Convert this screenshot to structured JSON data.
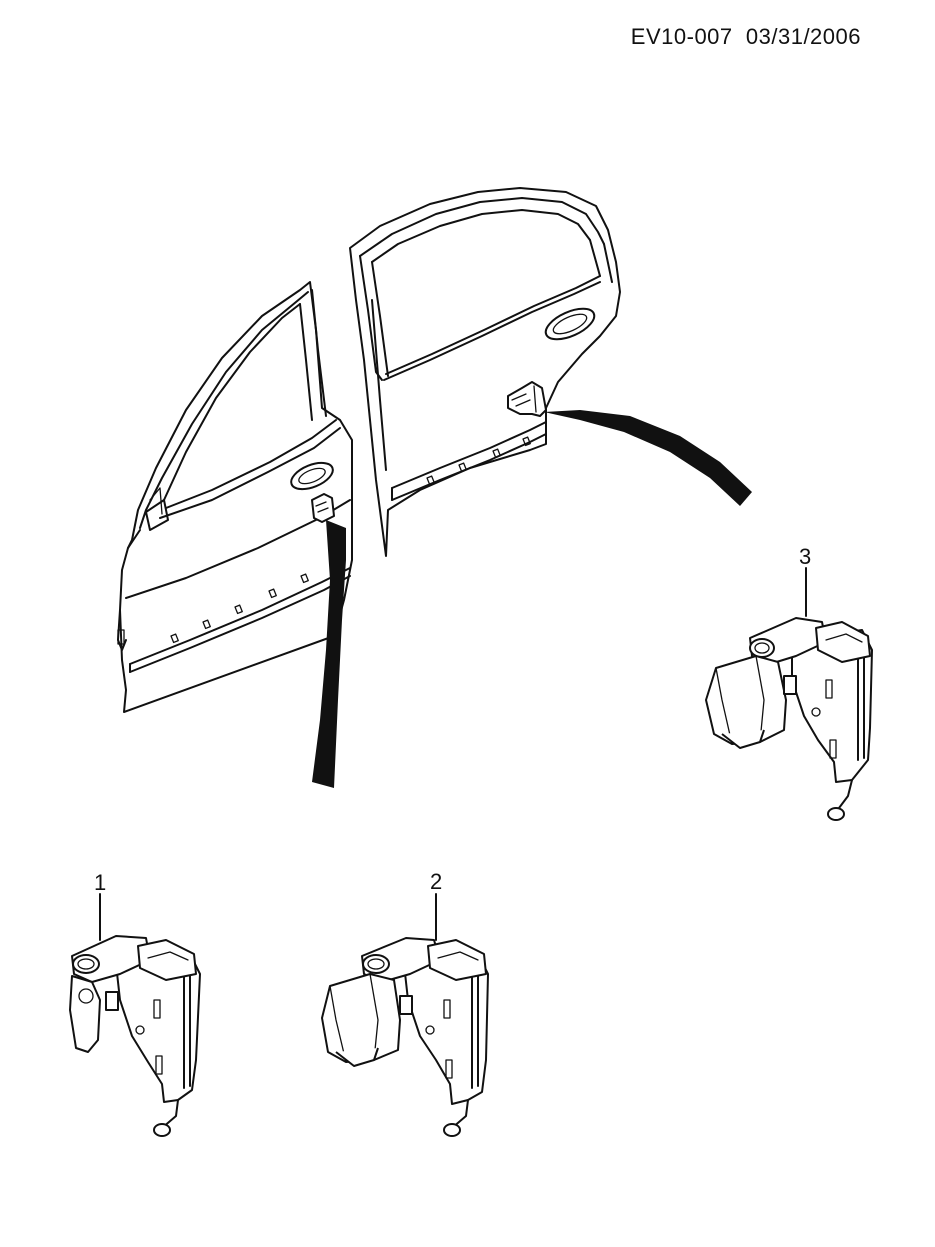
{
  "header": {
    "ref_code": "EV10-007",
    "date": "03/31/2006"
  },
  "callouts": [
    {
      "label": "1"
    },
    {
      "label": "2"
    },
    {
      "label": "3"
    }
  ]
}
